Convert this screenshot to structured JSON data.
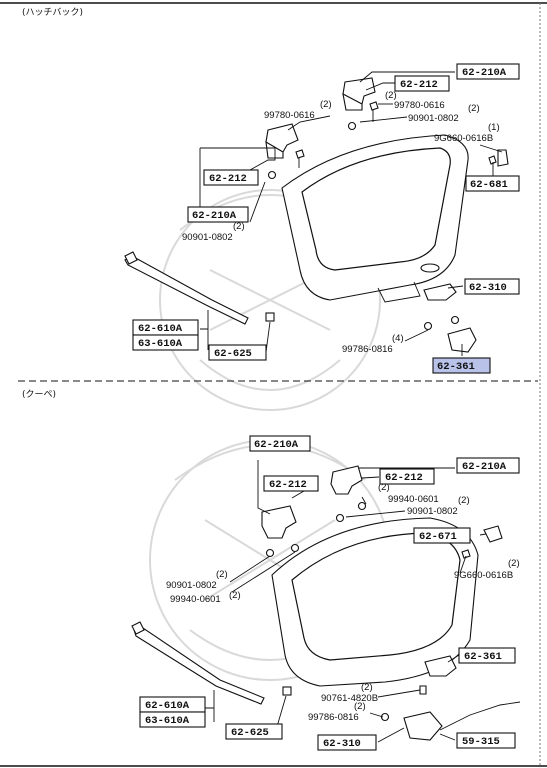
{
  "sections": {
    "top": "(ハッチバック)",
    "bottom": "(クーペ)"
  },
  "top": {
    "boxes": [
      {
        "id": "t-62-210A-r",
        "text": "62-210A"
      },
      {
        "id": "t-62-212-r",
        "text": "62-212"
      },
      {
        "id": "t-62-212-l",
        "text": "62-212"
      },
      {
        "id": "t-62-210A-l",
        "text": "62-210A"
      },
      {
        "id": "t-62-681",
        "text": "62-681"
      },
      {
        "id": "t-62-310",
        "text": "62-310"
      },
      {
        "id": "t-62-610A",
        "text": "62-610A"
      },
      {
        "id": "t-63-610A",
        "text": "63-610A"
      },
      {
        "id": "t-62-625",
        "text": "62-625"
      },
      {
        "id": "t-62-361",
        "text": "62-361"
      }
    ],
    "labels": {
      "q_2a": "(2)",
      "p_99780_r": "99780-0616",
      "q_2b": "(2)",
      "p_90901_r": "90901-0802",
      "q_2c": "(2)",
      "p_99780_l": "99780-0616",
      "q_1": "(1)",
      "p_9g660": "9G660-0616B",
      "q_2d": "(2)",
      "p_90901_l": "90901-0802",
      "q_4": "(4)",
      "p_99786": "99786-0816"
    }
  },
  "bottom": {
    "boxes": [
      {
        "id": "b-62-210A-l",
        "text": "62-210A"
      },
      {
        "id": "b-62-212-l",
        "text": "62-212"
      },
      {
        "id": "b-62-212-r",
        "text": "62-212"
      },
      {
        "id": "b-62-210A-r",
        "text": "62-210A"
      },
      {
        "id": "b-62-671",
        "text": "62-671"
      },
      {
        "id": "b-62-361",
        "text": "62-361"
      },
      {
        "id": "b-62-610A",
        "text": "62-610A"
      },
      {
        "id": "b-63-610A",
        "text": "63-610A"
      },
      {
        "id": "b-62-625",
        "text": "62-625"
      },
      {
        "id": "b-62-310",
        "text": "62-310"
      },
      {
        "id": "b-59-315",
        "text": "59-315"
      }
    ],
    "labels": {
      "q_2a": "(2)",
      "p_99940_r": "99940-0601",
      "q_2b": "(2)",
      "p_90901_r": "90901-0802",
      "q_2c": "(2)",
      "p_9g660": "9G660-0616B",
      "q_2d": "(2)",
      "p_90901_l": "90901-0802",
      "p_99940_l": "99940-0601",
      "q_2e": "(2)",
      "q_2f": "(2)",
      "p_90761": "90761-4820B",
      "q_2g": "(2)",
      "p_99786": "99786-0816"
    }
  }
}
